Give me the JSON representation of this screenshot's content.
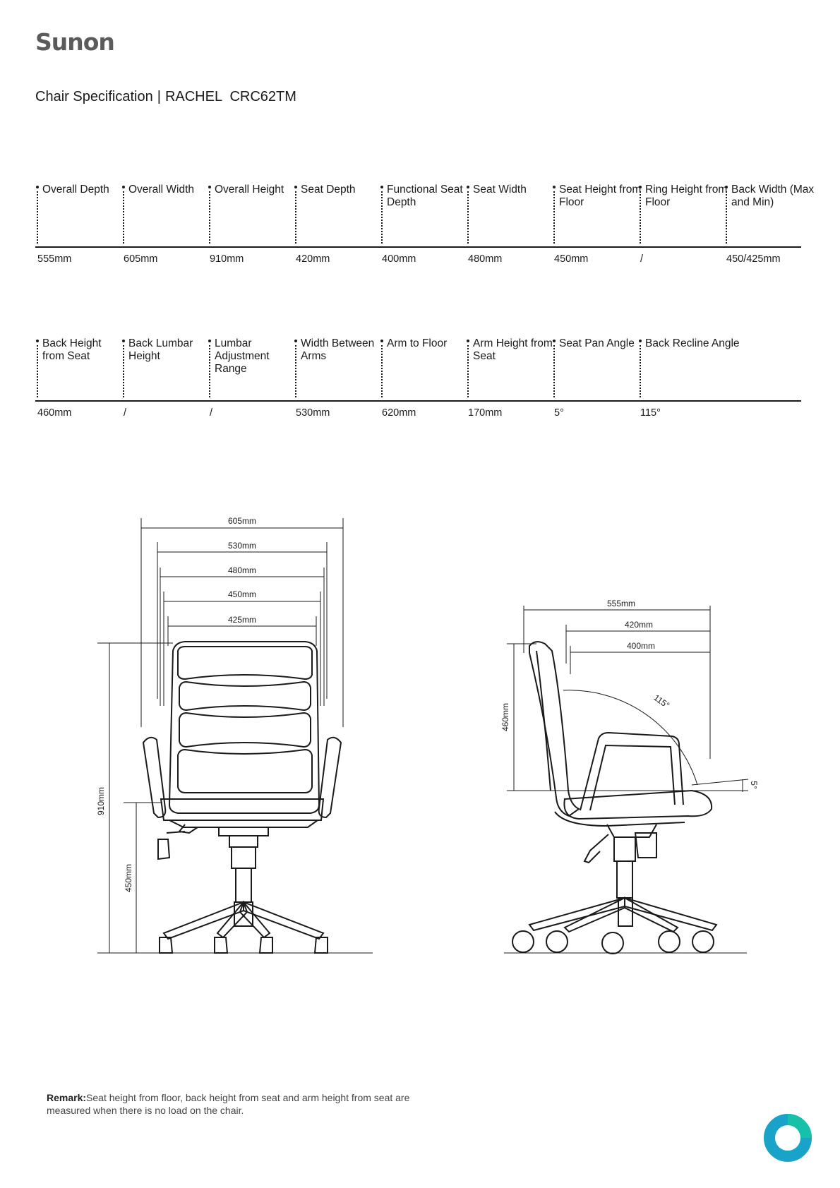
{
  "brand": {
    "logo_text": "Sunon"
  },
  "header": {
    "title": "Chair Specification",
    "separator": "|",
    "model": "RACHEL  CRC62TM"
  },
  "table1": {
    "headers": [
      "Overall Depth",
      "Overall Width",
      "Overall Height",
      "Seat Depth",
      "Functional Seat Depth",
      "Seat Width",
      "Seat Height from Floor",
      "Ring Height from Floor",
      "Back Width (Max and Min)"
    ],
    "values": [
      "555mm",
      "605mm",
      "910mm",
      "420mm",
      "400mm",
      "480mm",
      "450mm",
      "/",
      "450/425mm"
    ]
  },
  "table2": {
    "headers": [
      "Back Height from Seat",
      "Back Lumbar Height",
      "Lumbar Adjustment Range",
      "Width Between Arms",
      "Arm to Floor",
      "Arm Height from Seat",
      "Seat Pan Angle",
      "Back Recline Angle"
    ],
    "values": [
      "460mm",
      "/",
      "/",
      "530mm",
      "620mm",
      "170mm",
      "5°",
      "115°"
    ]
  },
  "front_view": {
    "overall_width": "605mm",
    "width_between_arms": "530mm",
    "seat_width": "480mm",
    "back_width_max": "450mm",
    "back_width_min": "425mm",
    "overall_height": "910mm",
    "seat_height": "450mm"
  },
  "side_view": {
    "overall_depth": "555mm",
    "seat_depth": "420mm",
    "functional_seat_depth": "400mm",
    "back_height": "460mm",
    "recline_angle": "115°",
    "seat_pan_angle": "5°"
  },
  "remark": {
    "label": "Remark:",
    "text": "Seat height from floor, back height from seat and arm height from seat are measured when there is no load on the chair."
  },
  "colors": {
    "text": "#1a1a1a",
    "logo": "#5b5b5b",
    "mark_outer": "#1aa3c9",
    "mark_inner": "#17c0a8"
  }
}
